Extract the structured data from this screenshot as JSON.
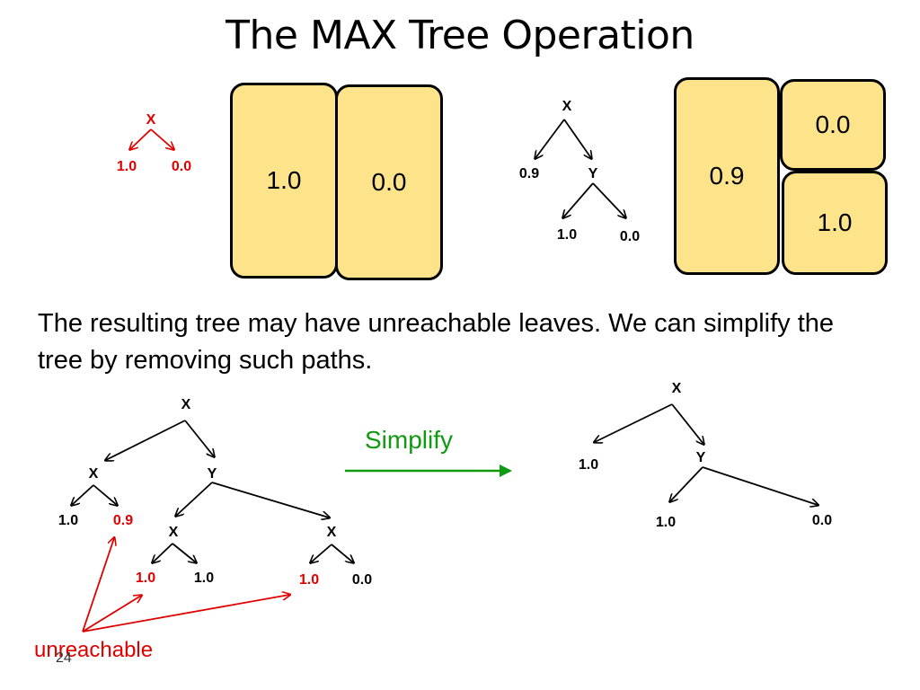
{
  "title": "The MAX Tree Operation",
  "top_left_tree": {
    "root": "X",
    "left": "1.0",
    "right": "0.0"
  },
  "boxes_left": [
    "1.0",
    "0.0"
  ],
  "top_right_tree": {
    "root": "X",
    "left": "0.9",
    "child": "Y",
    "child_left": "1.0",
    "child_right": "0.0"
  },
  "boxes_right": {
    "tall": "0.9",
    "top": "0.0",
    "bottom": "1.0"
  },
  "body_text": "The resulting tree may have unreachable leaves. We can simplify the tree by removing such paths.",
  "big_tree": {
    "root": "X",
    "left": "X",
    "right": "Y",
    "ll": "1.0",
    "lr": "0.9",
    "rl": "X",
    "rr": "X",
    "rll": "1.0",
    "rlr": "1.0",
    "rrl": "1.0",
    "rrr": "0.0"
  },
  "simplify_label": "Simplify",
  "simplified_tree": {
    "root": "X",
    "left": "1.0",
    "child": "Y",
    "child_left": "1.0",
    "child_right": "0.0"
  },
  "unreachable_label": "unreachable",
  "slide_number": "24",
  "colors": {
    "box_fill": "#fde48a",
    "red": "#e00000",
    "green": "#109a10"
  }
}
